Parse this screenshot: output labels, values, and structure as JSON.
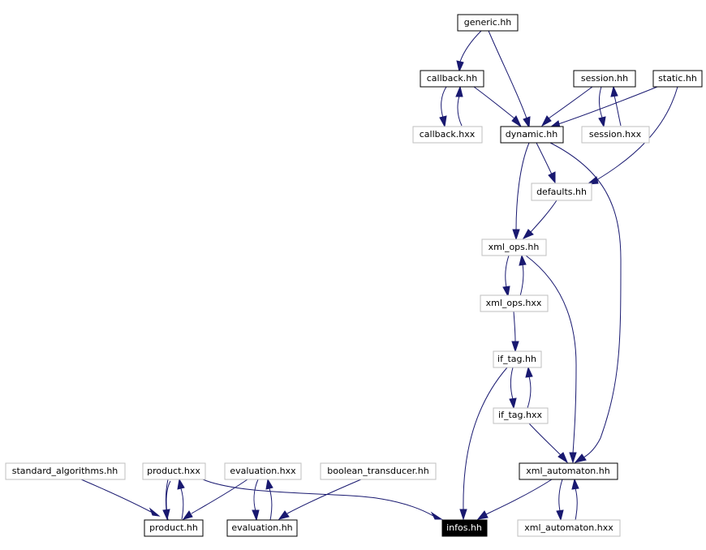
{
  "colors": {
    "edge": "#191970",
    "node_border": "#000000",
    "node_border_unlinked": "#bfbfbf",
    "focus_fill": "#000000",
    "focus_text": "#ffffff"
  },
  "nodes": {
    "generic_hh": "generic.hh",
    "callback_hh": "callback.hh",
    "session_hh": "session.hh",
    "static_hh": "static.hh",
    "callback_hxx": "callback.hxx",
    "dynamic_hh": "dynamic.hh",
    "session_hxx": "session.hxx",
    "defaults_hh": "defaults.hh",
    "xml_ops_hh": "xml_ops.hh",
    "xml_ops_hxx": "xml_ops.hxx",
    "if_tag_hh": "if_tag.hh",
    "if_tag_hxx": "if_tag.hxx",
    "standard_algorithms_hh": "standard_algorithms.hh",
    "product_hxx": "product.hxx",
    "evaluation_hxx": "evaluation.hxx",
    "boolean_transducer_hh": "boolean_transducer.hh",
    "xml_automaton_hh": "xml_automaton.hh",
    "product_hh": "product.hh",
    "evaluation_hh": "evaluation.hh",
    "infos_hh": "infos.hh",
    "xml_automaton_hxx": "xml_automaton.hxx"
  },
  "edges": [
    [
      "generic_hh",
      "callback_hh"
    ],
    [
      "generic_hh",
      "dynamic_hh"
    ],
    [
      "callback_hh",
      "callback_hxx"
    ],
    [
      "callback_hxx",
      "callback_hh"
    ],
    [
      "callback_hh",
      "dynamic_hh"
    ],
    [
      "session_hh",
      "dynamic_hh"
    ],
    [
      "session_hh",
      "session_hxx"
    ],
    [
      "session_hxx",
      "session_hh"
    ],
    [
      "static_hh",
      "dynamic_hh"
    ],
    [
      "static_hh",
      "defaults_hh"
    ],
    [
      "dynamic_hh",
      "defaults_hh"
    ],
    [
      "dynamic_hh",
      "xml_ops_hh"
    ],
    [
      "dynamic_hh",
      "xml_automaton_hh"
    ],
    [
      "defaults_hh",
      "xml_ops_hh"
    ],
    [
      "xml_ops_hh",
      "xml_ops_hxx"
    ],
    [
      "xml_ops_hxx",
      "xml_ops_hh"
    ],
    [
      "xml_ops_hh",
      "xml_automaton_hh"
    ],
    [
      "xml_ops_hxx",
      "if_tag_hh"
    ],
    [
      "if_tag_hh",
      "if_tag_hxx"
    ],
    [
      "if_tag_hxx",
      "if_tag_hh"
    ],
    [
      "if_tag_hh",
      "infos_hh"
    ],
    [
      "if_tag_hxx",
      "xml_automaton_hh"
    ],
    [
      "standard_algorithms_hh",
      "product_hh"
    ],
    [
      "product_hh",
      "product_hxx"
    ],
    [
      "product_hxx",
      "product_hh"
    ],
    [
      "product_hxx",
      "infos_hh"
    ],
    [
      "evaluation_hxx",
      "product_hh"
    ],
    [
      "evaluation_hh",
      "evaluation_hxx"
    ],
    [
      "evaluation_hxx",
      "evaluation_hh"
    ],
    [
      "boolean_transducer_hh",
      "evaluation_hh"
    ],
    [
      "xml_automaton_hh",
      "infos_hh"
    ],
    [
      "xml_automaton_hh",
      "xml_automaton_hxx"
    ],
    [
      "xml_automaton_hxx",
      "xml_automaton_hh"
    ]
  ]
}
